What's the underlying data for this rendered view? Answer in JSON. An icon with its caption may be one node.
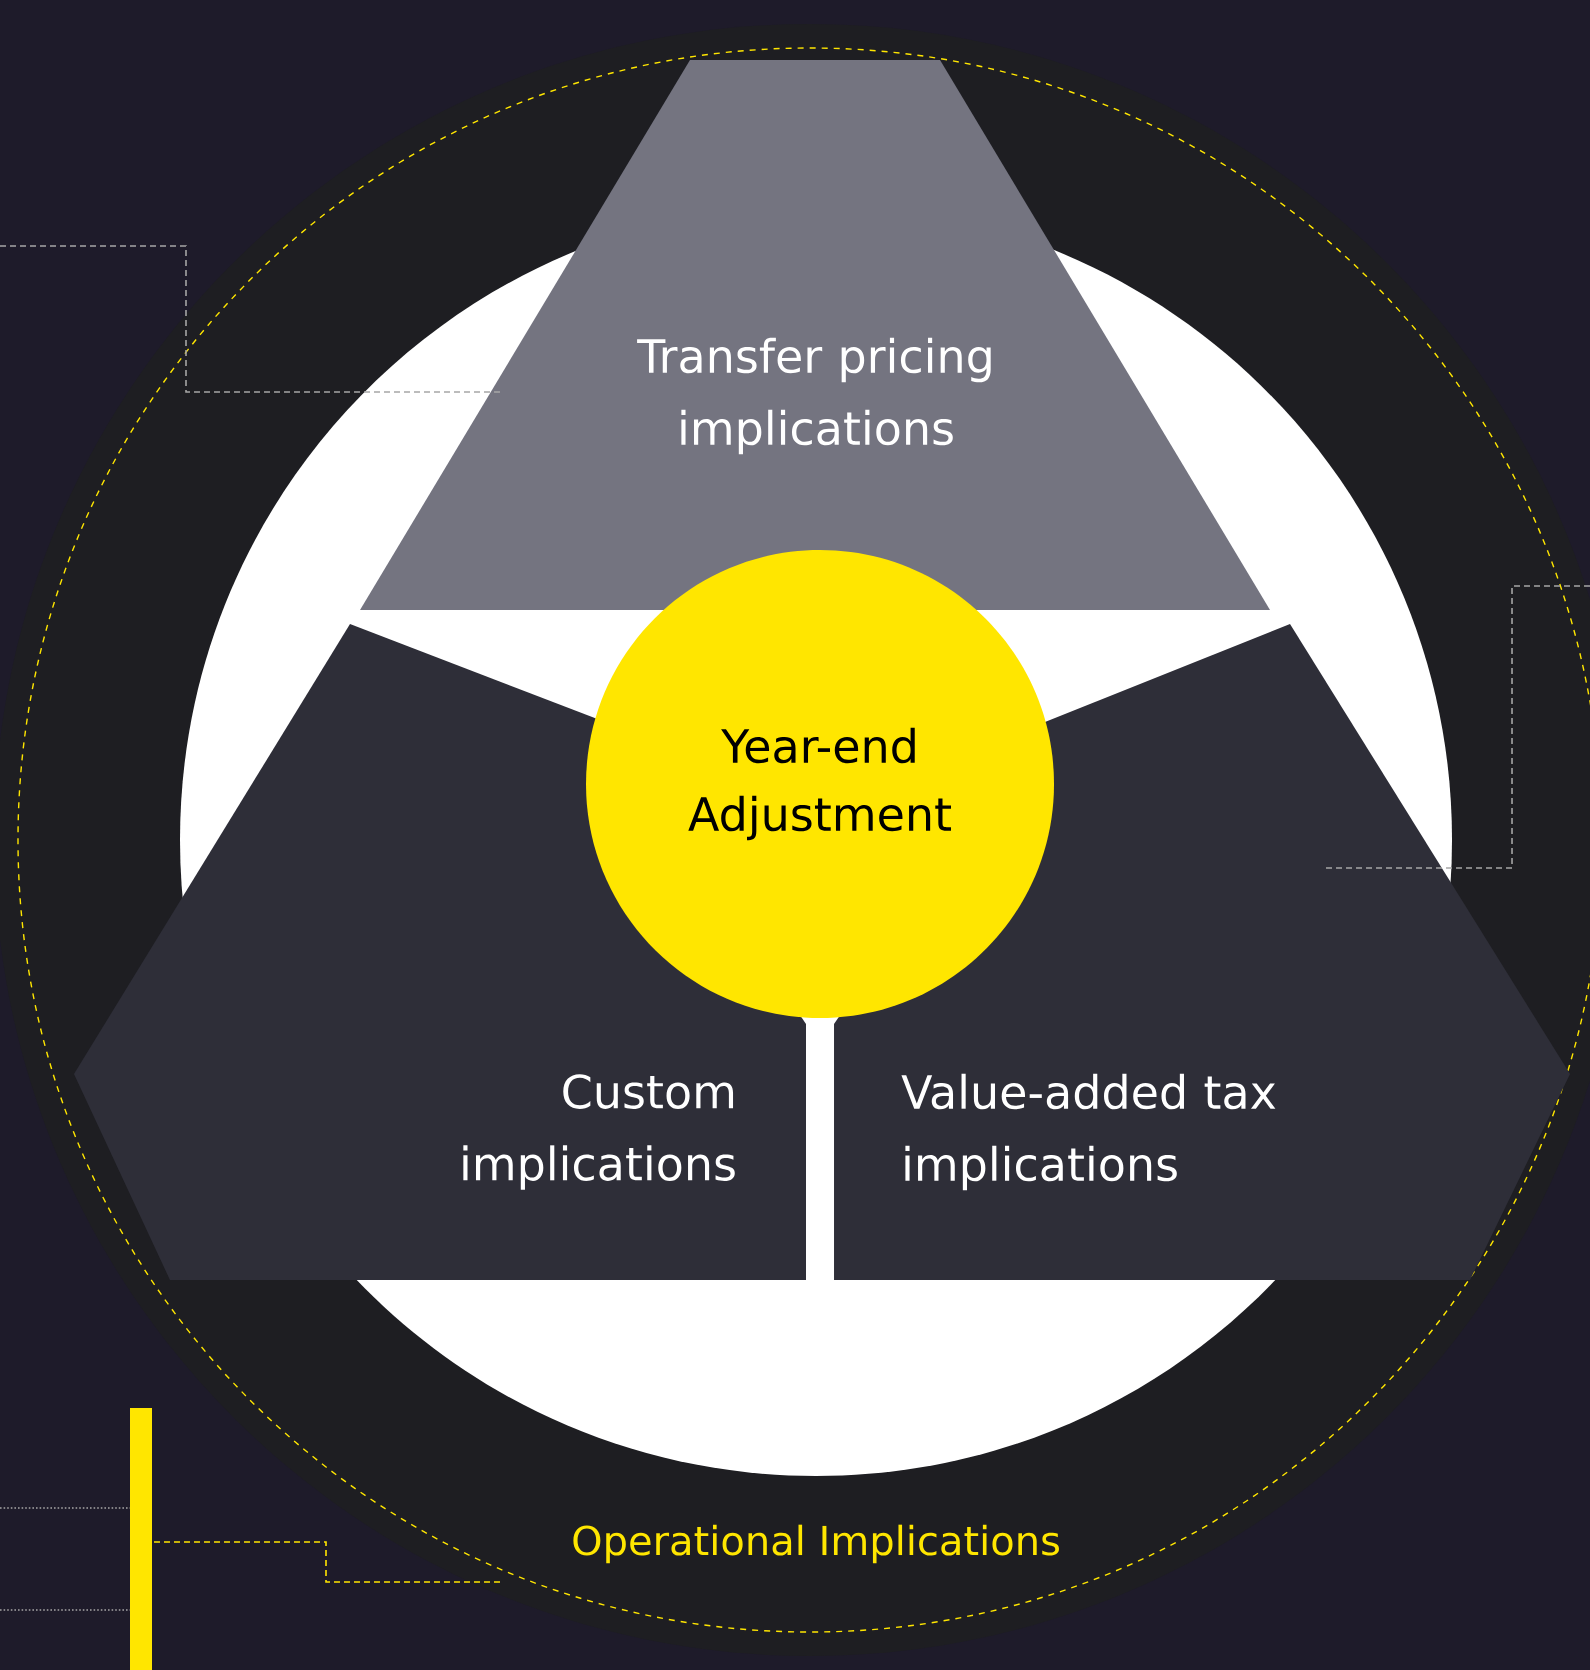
{
  "diagram": {
    "nodes": [
      {
        "text": [
          "Operational Implications"
        ]
      },
      {
        "text": [
          "Transfer pricing implications"
        ],
        "in": 0
      },
      {
        "text": [
          "Custom implications"
        ],
        "in": 0
      },
      {
        "text": [
          "Value-added tax implications"
        ],
        "in": 0
      },
      {
        "text": [
          "Year-end Adjustment"
        ],
        "in": 0
      }
    ],
    "edges": [
      {
        "from": null,
        "to": 1,
        "arrow": "none",
        "style": "dashed"
      },
      {
        "from": null,
        "to": 3,
        "arrow": "none",
        "style": "dashed"
      },
      {
        "from": null,
        "to": 0,
        "arrow": "none",
        "style": "dashed",
        "color": "#ffe600"
      }
    ]
  }
}
